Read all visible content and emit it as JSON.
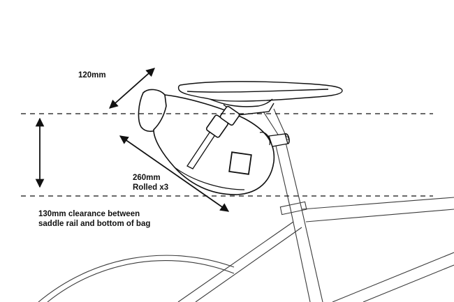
{
  "labels": {
    "width": "120mm",
    "length_line1": "260mm",
    "length_line2": "Rolled x3",
    "clearance_line1": "130mm clearance between",
    "clearance_line2": "saddle rail and bottom of bag"
  },
  "colors": {
    "ink": "#111111",
    "background": "#ffffff"
  },
  "icons": [
    "double-headed-arrow",
    "bicycle-frame",
    "saddle-bag",
    "saddle"
  ]
}
